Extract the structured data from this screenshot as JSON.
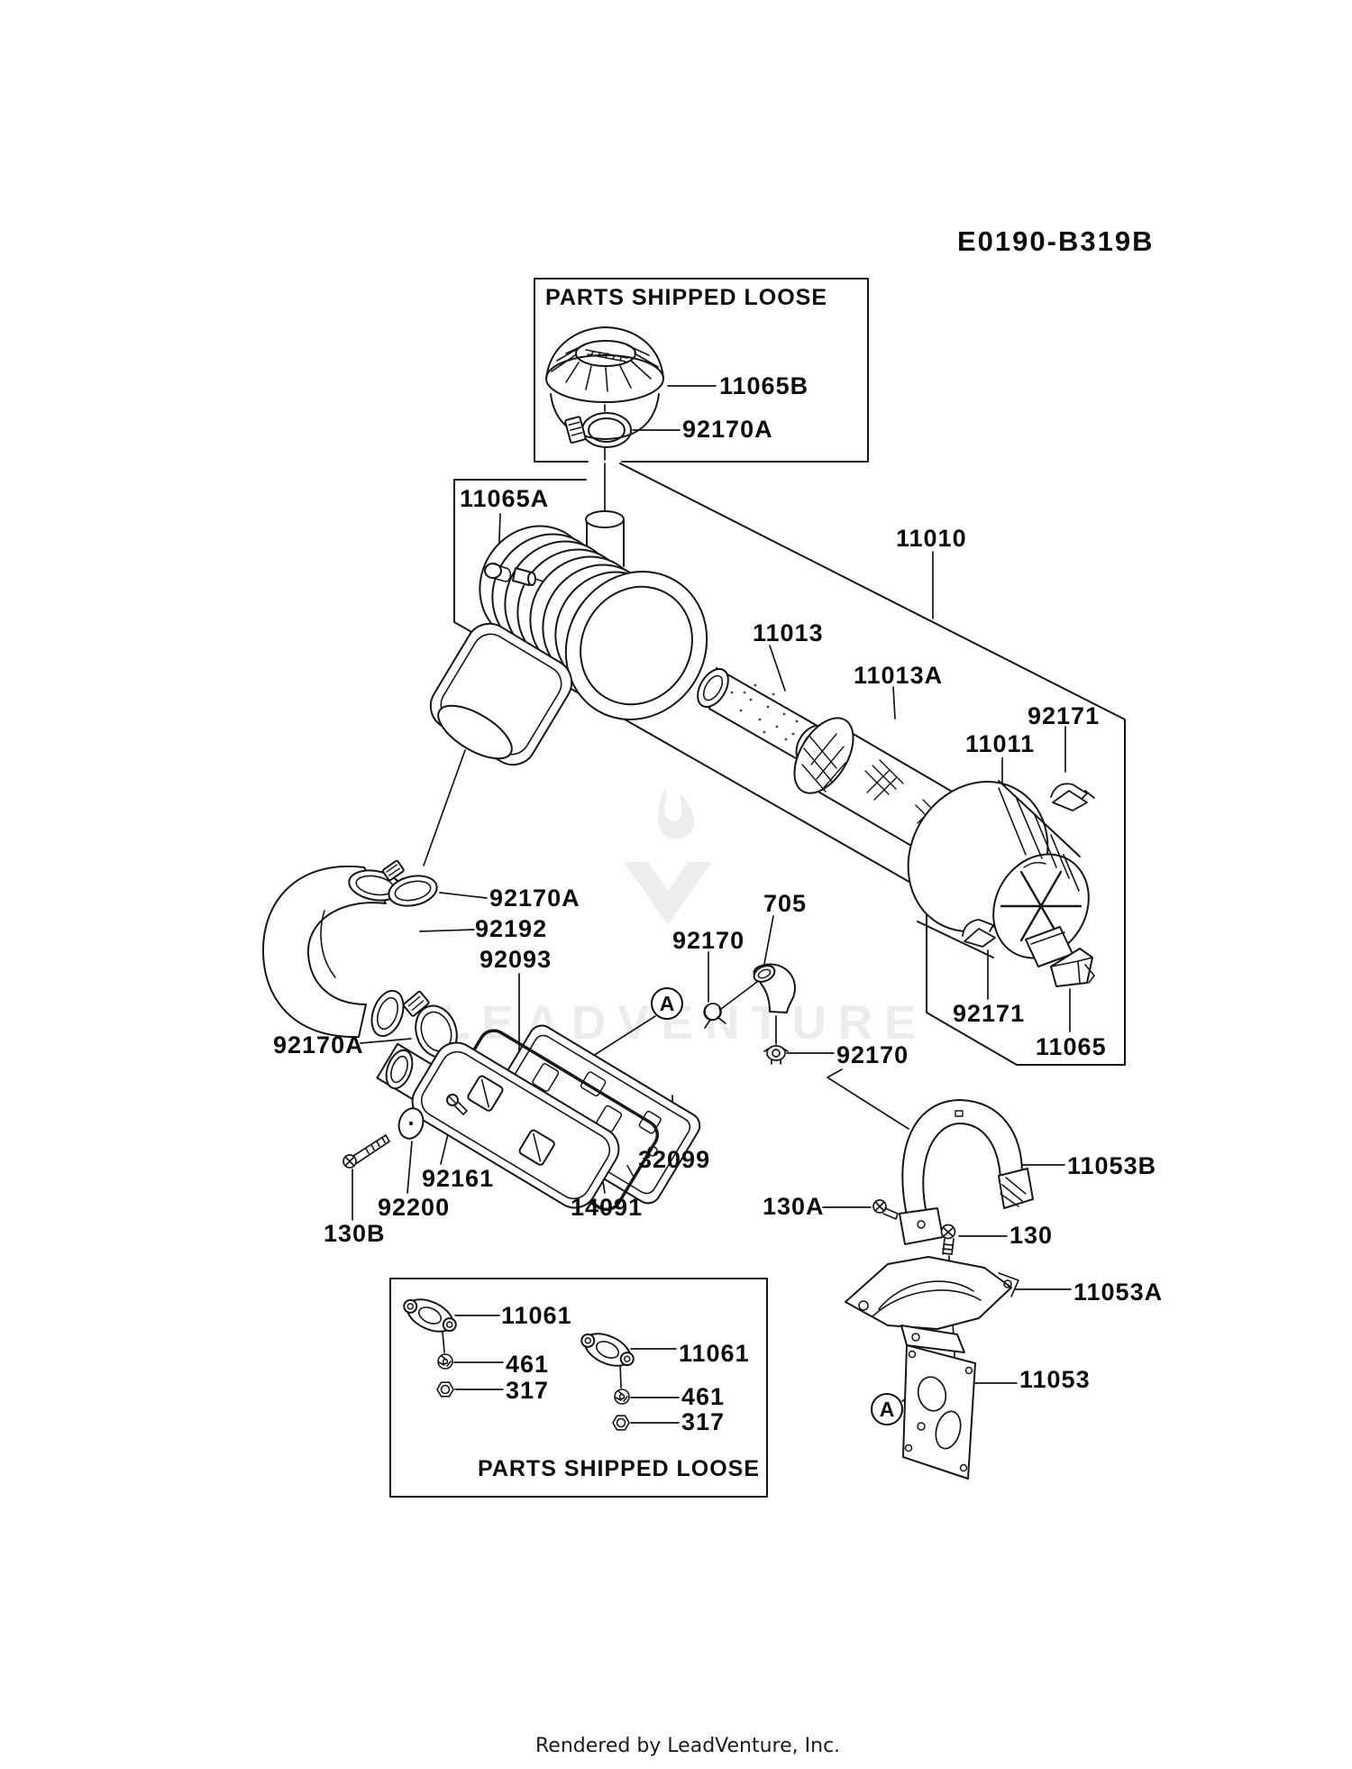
{
  "diagram": {
    "code": "E0190-B319B",
    "footer_credit": "Rendered by LeadVenture, Inc.",
    "watermark": "LEADVENTURE",
    "callout_letter": "A",
    "line_color": "#111111",
    "watermark_color": "#ececec"
  },
  "shipped_loose_top": {
    "header": "PARTS SHIPPED LOOSE"
  },
  "shipped_loose_bottom": {
    "header": "PARTS SHIPPED LOOSE"
  },
  "part_labels": [
    {
      "text": "11065B"
    },
    {
      "text": "92170A"
    },
    {
      "text": "11065A"
    },
    {
      "text": "11010"
    },
    {
      "text": "11013"
    },
    {
      "text": "11013A"
    },
    {
      "text": "92171"
    },
    {
      "text": "11011"
    },
    {
      "text": "92170A"
    },
    {
      "text": "92192"
    },
    {
      "text": "92093"
    },
    {
      "text": "705"
    },
    {
      "text": "92170"
    },
    {
      "text": "92170"
    },
    {
      "text": "92171"
    },
    {
      "text": "11065"
    },
    {
      "text": "92170A"
    },
    {
      "text": "92161"
    },
    {
      "text": "92200"
    },
    {
      "text": "130B"
    },
    {
      "text": "32099"
    },
    {
      "text": "14091"
    },
    {
      "text": "130A"
    },
    {
      "text": "11053B"
    },
    {
      "text": "130"
    },
    {
      "text": "11053A"
    },
    {
      "text": "11053"
    },
    {
      "text": "11061"
    },
    {
      "text": "461"
    },
    {
      "text": "317"
    },
    {
      "text": "11061"
    },
    {
      "text": "461"
    },
    {
      "text": "317"
    }
  ]
}
